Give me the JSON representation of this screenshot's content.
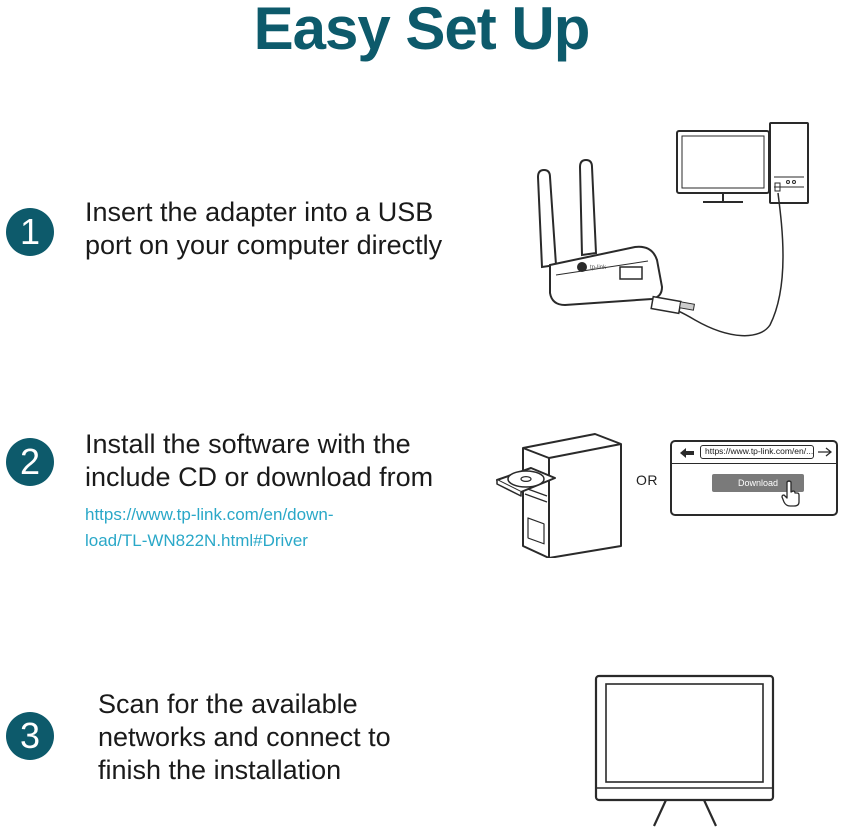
{
  "title": "Easy Set Up",
  "colors": {
    "brand": "#0d5a6b",
    "link": "#2aa8c8"
  },
  "steps": [
    {
      "number": "1",
      "lines": [
        "Insert the adapter into a USB",
        "port on your computer directly"
      ]
    },
    {
      "number": "2",
      "lines": [
        "Install the software with the",
        "include CD or download from"
      ],
      "link_lines": [
        "https://www.tp-link.com/en/down-",
        "load/TL-WN822N.html#Driver"
      ]
    },
    {
      "number": "3",
      "lines": [
        "Scan for the available",
        "networks and connect to",
        "finish the installation"
      ]
    }
  ],
  "illustrations": {
    "or_label": "OR",
    "browser_url": "https://www.tp-link.com/en/...",
    "download_button": "Download",
    "adapter_logo": "tp-link",
    "icons": [
      "usb-adapter-icon",
      "desktop-computer-icon",
      "cd-drive-tower-icon",
      "browser-window-icon",
      "monitor-icon"
    ]
  }
}
